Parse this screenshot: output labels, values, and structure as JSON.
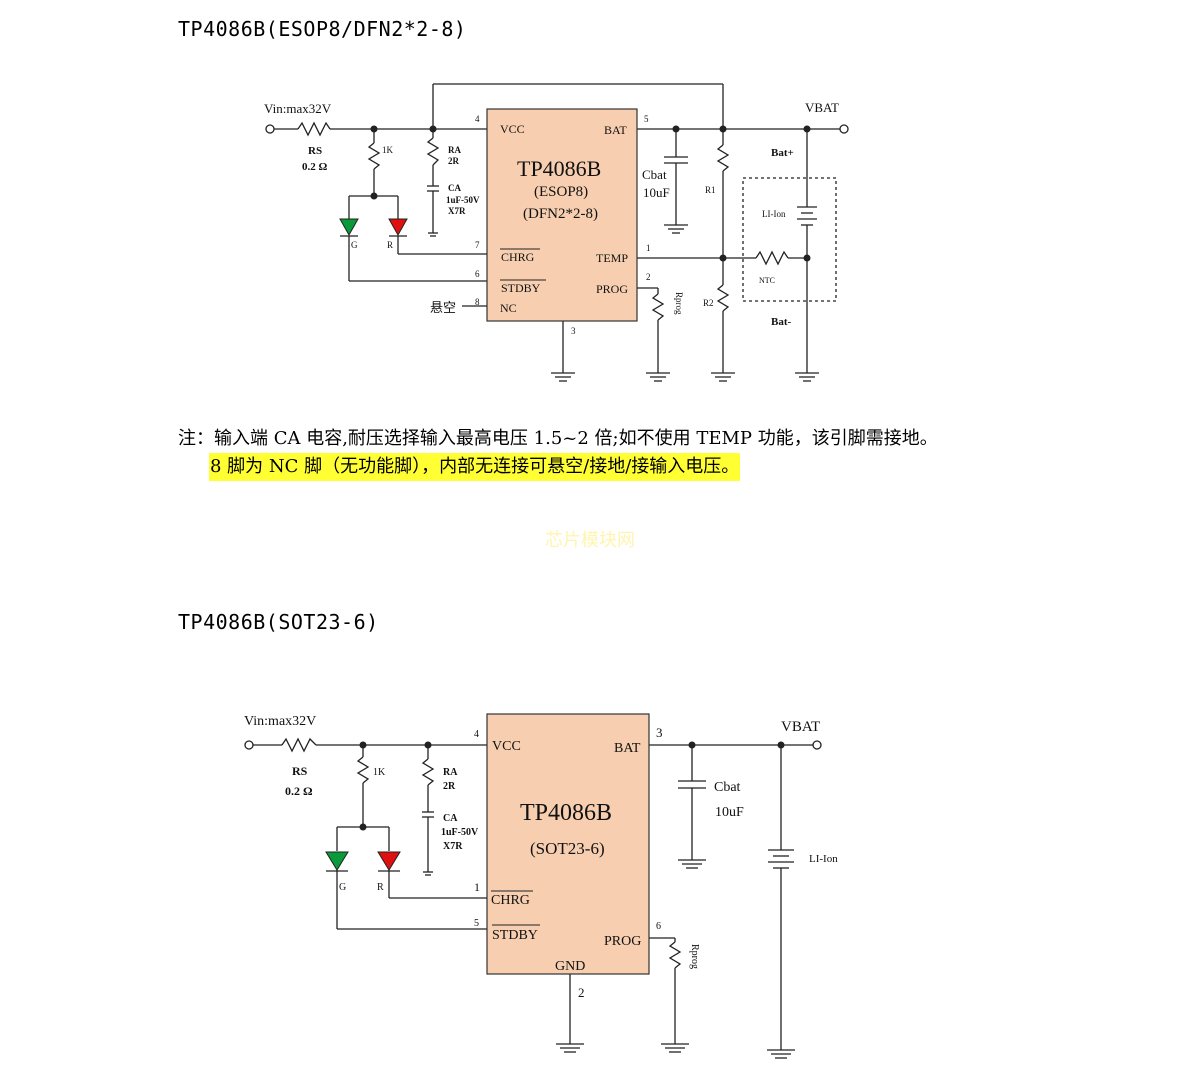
{
  "section1": {
    "heading": "TP4086B(ESOP8/DFN2*2-8)",
    "vin": "Vin:max32V",
    "rs": "RS",
    "rs_val": "0.2 Ω",
    "r1k": "1K",
    "ra": "RA",
    "ra_val": "2R",
    "ca": "CA",
    "ca_val1": "1uF-50V",
    "ca_val2": "X7R",
    "led_g": "G",
    "led_r": "R",
    "chip_name": "TP4086B",
    "chip_pkg1": "(ESOP8)",
    "chip_pkg2": "(DFN2*2-8)",
    "pins": {
      "vcc": "VCC",
      "bat": "BAT",
      "chrg": "CHRG",
      "stdby": "STDBY",
      "nc": "NC",
      "temp": "TEMP",
      "prog": "PROG"
    },
    "pin_nums": {
      "vcc": "4",
      "bat": "5",
      "chrg": "7",
      "stdby": "6",
      "nc": "8",
      "temp": "1",
      "prog": "2",
      "gnd": "3"
    },
    "float_label": "悬空",
    "cbat": "Cbat",
    "cbat_val": "10uF",
    "r1": "R1",
    "r2": "R2",
    "rprog": "Rprog",
    "vbat": "VBAT",
    "bat_plus": "Bat+",
    "bat_minus": "Bat-",
    "li_ion": "LI-Ion",
    "ntc": "NTC"
  },
  "note": {
    "line1": "注：输入端 CA 电容,耐压选择输入最高电压 1.5~2 倍;如不使用 TEMP 功能，该引脚需接地。",
    "line2": "8 脚为 NC 脚（无功能脚），内部无连接可悬空/接地/接输入电压。"
  },
  "watermark": "芯片模块网",
  "section2": {
    "heading": "TP4086B(SOT23-6)",
    "vin": "Vin:max32V",
    "rs": "RS",
    "rs_val": "0.2 Ω",
    "r1k": "1K",
    "ra": "RA",
    "ra_val": "2R",
    "ca": "CA",
    "ca_val1": "1uF-50V",
    "ca_val2": "X7R",
    "led_g": "G",
    "led_r": "R",
    "chip_name": "TP4086B",
    "chip_pkg": "(SOT23-6)",
    "pins": {
      "vcc": "VCC",
      "bat": "BAT",
      "chrg": "CHRG",
      "stdby": "STDBY",
      "prog": "PROG",
      "gnd": "GND"
    },
    "pin_nums": {
      "vcc": "4",
      "bat": "3",
      "chrg": "1",
      "stdby": "5",
      "prog": "6",
      "gnd": "2"
    },
    "cbat": "Cbat",
    "cbat_val": "10uF",
    "rprog": "Rprog",
    "vbat": "VBAT",
    "li_ion": "LI-Ion"
  },
  "colors": {
    "chip_fill": "#f7cfb0",
    "led_green": "#0a9a3a",
    "led_red": "#e01010",
    "highlight": "#ffff33"
  }
}
